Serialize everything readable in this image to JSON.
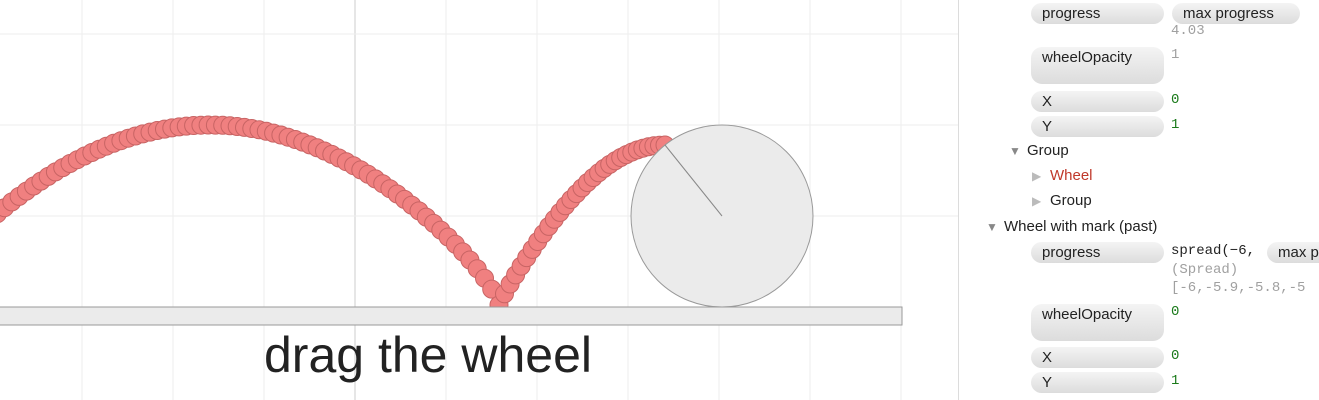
{
  "canvas": {
    "caption": "drag the wheel",
    "colors": {
      "dot": "#f08080",
      "dot_stroke": "#c86464",
      "wheel_fill": "#ebebeb",
      "ground_fill": "#ebebeb",
      "grid": "#eeeeee",
      "axis": "#cccccc"
    }
  },
  "inspector": {
    "wheel_section": {
      "progress_label": "progress",
      "max_progress_label": "max progress",
      "max_progress_value": "4.03",
      "opacity_label": "wheelOpacity",
      "opacity_value": "1",
      "x_label": "X",
      "x_value": "0",
      "y_label": "Y",
      "y_value": "1"
    },
    "group_tree": {
      "group_label": "Group",
      "wheel_label": "Wheel",
      "subgroup_label": "Group"
    },
    "past_section": {
      "title": "Wheel with mark (past)",
      "progress_label": "progress",
      "progress_value": "spread(−6,",
      "max_progress_label": "max p",
      "spread_type": "(Spread)",
      "spread_values": "[-6,-5.9,-5.8,-5",
      "opacity_label": "wheelOpacity",
      "opacity_value": "0",
      "x_label": "X",
      "x_value": "0",
      "y_label": "Y",
      "y_value": "1"
    }
  }
}
